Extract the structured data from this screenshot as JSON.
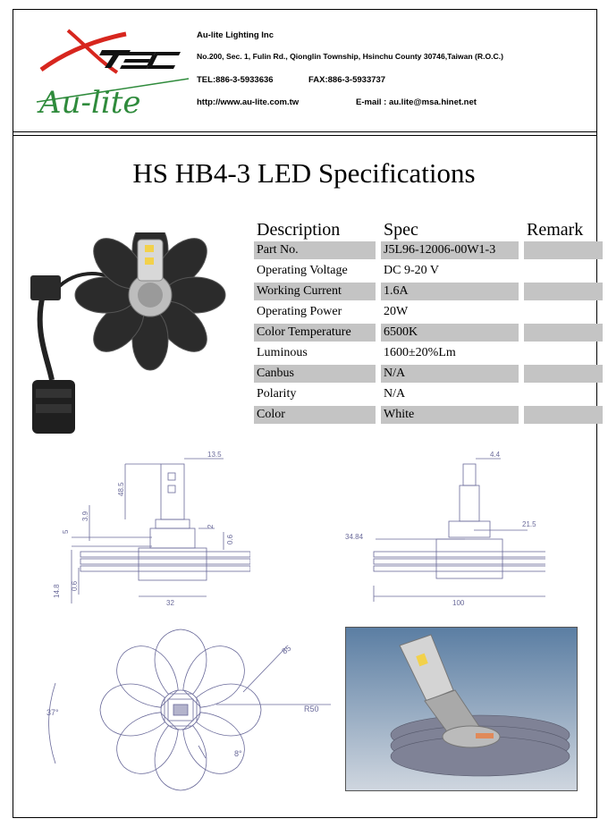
{
  "company": {
    "logo_top": "Xtec",
    "logo_bottom": "Au-lite",
    "name": "Au-lite Lighting Inc",
    "address": "No.200, Sec. 1, Fulin Rd., Qionglin Township, Hsinchu County 30746,Taiwan (R.O.C.)",
    "tel": "TEL:886-3-5933636",
    "fax": "FAX:886-3-5933737",
    "website": "http://www.au-lite.com.tw",
    "email": "E-mail : au.lite@msa.hinet.net"
  },
  "title": "HS HB4-3 LED Specifications",
  "table": {
    "headers": [
      "Description",
      "Spec",
      "Remark"
    ],
    "rows": [
      {
        "description": "Part No.",
        "spec": "J5L96-12006-00W1-3",
        "remark": ""
      },
      {
        "description": "Operating Voltage",
        "spec": "DC 9-20 V",
        "remark": ""
      },
      {
        "description": "Working Current",
        "spec": "1.6A",
        "remark": ""
      },
      {
        "description": "Operating Power",
        "spec": "20W",
        "remark": ""
      },
      {
        "description": "Color Temperature",
        "spec": "6500K",
        "remark": ""
      },
      {
        "description": "Luminous",
        "spec": "1600±20%Lm",
        "remark": ""
      },
      {
        "description": "Canbus",
        "spec": "N/A",
        "remark": ""
      },
      {
        "description": "Polarity",
        "spec": "N/A",
        "remark": ""
      },
      {
        "description": "Color",
        "spec": "White",
        "remark": ""
      }
    ]
  },
  "dimensions": {
    "front": {
      "d1": "13.5",
      "d2": "48.5",
      "d3": "3.9",
      "d4": "5",
      "d5": "2",
      "d6": "0.6",
      "d7": "14.8",
      "d8": "0.6",
      "d9": "32"
    },
    "side": {
      "d1": "4.4",
      "d2": "34.84",
      "d3": "21.5",
      "d4": "100"
    },
    "top": {
      "d1": "85",
      "d2": "R50",
      "d3": "37°",
      "d4": "8°"
    }
  },
  "colors": {
    "shade": "#c4c4c4",
    "logo_red": "#d7261e",
    "logo_green": "#2f8b3c"
  }
}
